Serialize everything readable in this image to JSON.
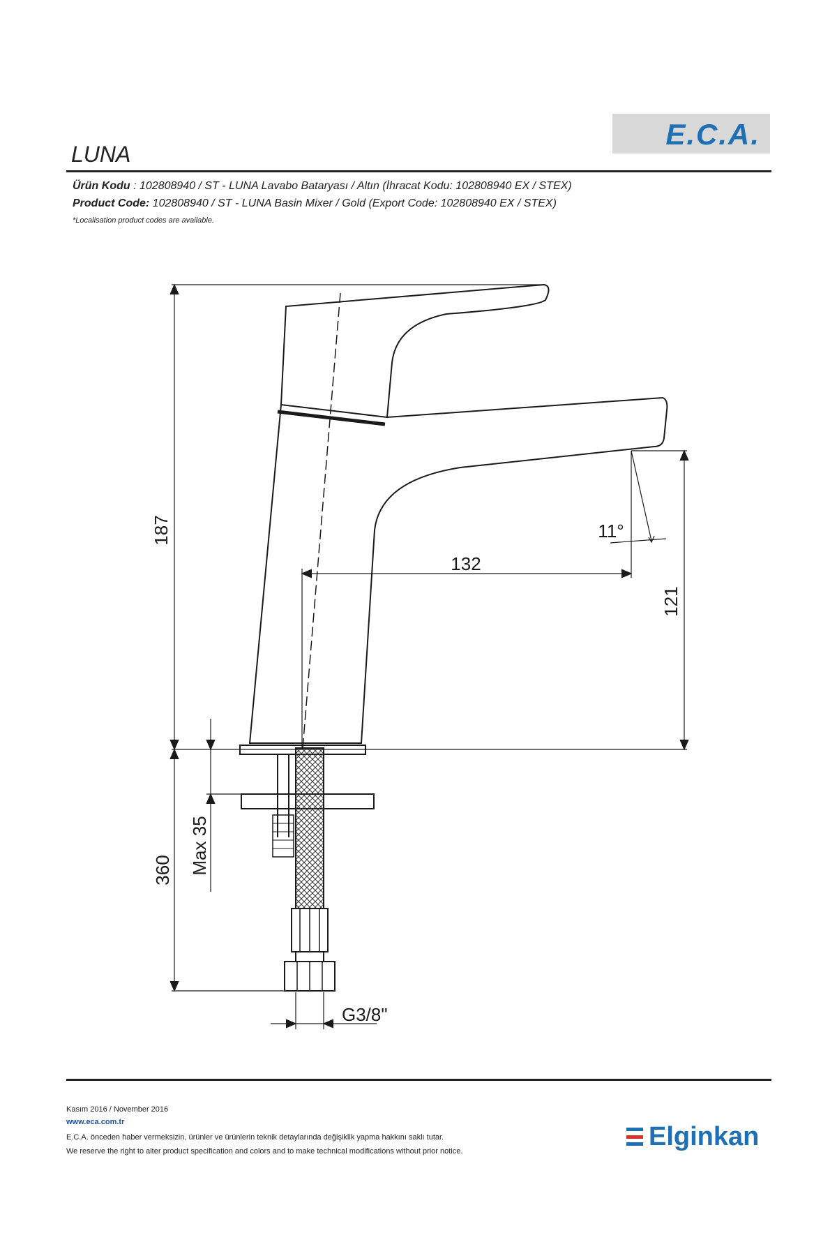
{
  "header": {
    "brand_logo": "E.C.A.",
    "brand_color": "#1f6fb4",
    "title": "LUNA"
  },
  "product": {
    "tr_label": "Ürün Kodu",
    "tr_value": ": 102808940 / ST - LUNA Lavabo Bataryası  / Altın (İhracat Kodu: 102808940 EX / STEX)",
    "en_label": "Product Code:",
    "en_value": "102808940 / ST - LUNA Basin Mixer / Gold (Export Code: 102808940 EX / STEX)",
    "note": "*Localisation product codes are available."
  },
  "dimensions": {
    "total_height": "187",
    "spout_reach": "132",
    "spout_height": "121",
    "aerator_angle": "11°",
    "hose_length": "360",
    "max_counter": "Max 35",
    "connection": "G3/8\""
  },
  "footer": {
    "date": "Kasım 2016 / November 2016",
    "url": "www.eca.com.tr",
    "disclaimer_tr": "E.C.A. önceden haber vermeksizin, ürünler ve ürünlerin teknik detaylarında değişiklik yapma hakkını saklı tutar.",
    "disclaimer_en": "We reserve the right to alter product specification and colors and to make technical modifications without prior notice.",
    "partner_logo": "Elginkan",
    "partner_colors": [
      "#1f6fb4",
      "#d9302c",
      "#1f6fb4"
    ]
  }
}
